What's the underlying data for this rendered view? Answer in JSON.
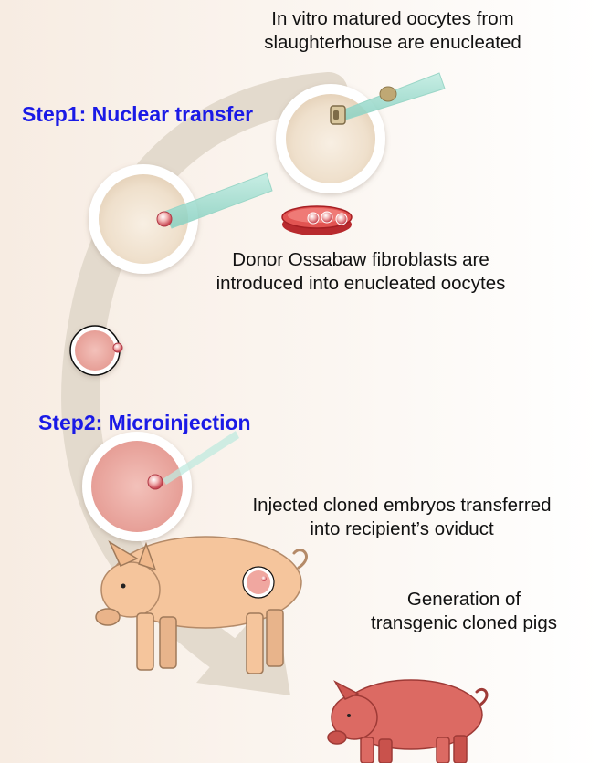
{
  "steps": {
    "step1": "Step1: Nuclear transfer",
    "step2": "Step2: Microinjection"
  },
  "captions": {
    "enucleation": [
      "In vitro matured oocytes from",
      "slaughterhouse are enucleated"
    ],
    "donor": [
      "Donor Ossabaw fibroblasts are",
      "introduced into enucleated oocytes"
    ],
    "transfer": [
      "Injected cloned embryos transferred",
      "into recipient’s oviduct"
    ],
    "generation": [
      "Generation of",
      "transgenic cloned pigs"
    ]
  },
  "colors": {
    "step_text": "#1a1ae6",
    "pipette": "#8fd6c8",
    "oocyte": "#efe0cc",
    "embryo": "#e8a29b",
    "dish": "#d94a4a",
    "recipient_pig": "#f5c59c",
    "cloned_pig": "#d9645f"
  },
  "icons": {
    "pipette": "micropipette-icon",
    "petri_dish": "petri-dish-icon",
    "pig": "pig-icon"
  }
}
